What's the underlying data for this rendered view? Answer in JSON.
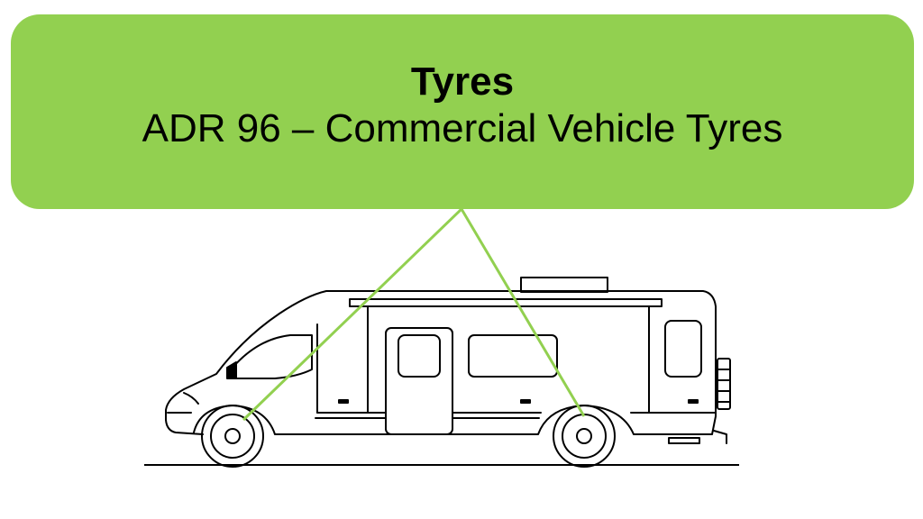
{
  "callout": {
    "title": "Tyres",
    "subtitle": "ADR 96 – Commercial Vehicle Tyres"
  },
  "colors": {
    "callout_fill": "#92d050",
    "connector_line": "#92d050",
    "drawing_stroke": "#000000"
  },
  "illustration": {
    "subject": "campervan",
    "icon": "campervan-side-icon"
  }
}
